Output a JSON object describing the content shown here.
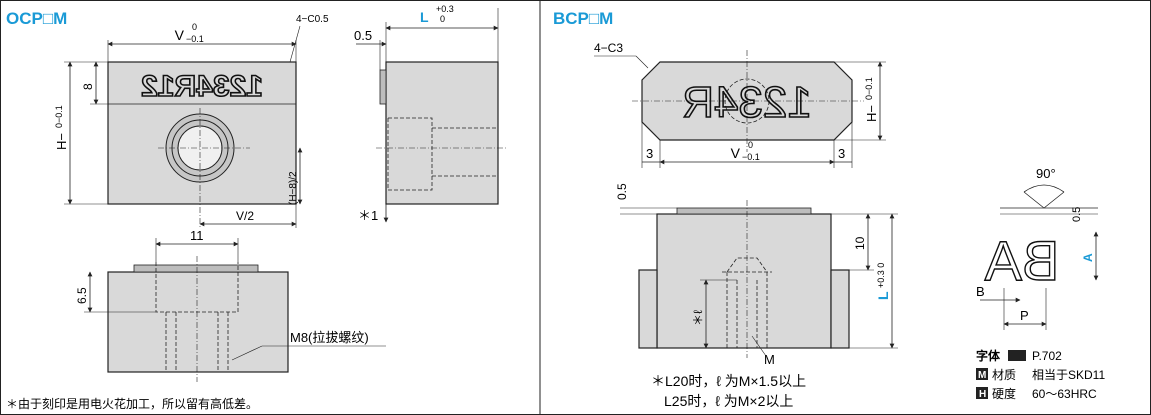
{
  "colors": {
    "accent": "#1a9ad6",
    "part_fill": "#d9d9d9",
    "part_fill_dark": "#bdbdbd",
    "line": "#222222"
  },
  "ocp": {
    "title": "OCP□M",
    "dim_width": "V",
    "dim_width_tol_upper": "0",
    "dim_width_tol_lower": "−0.1",
    "chamfer": "4−C0.5",
    "dim_height": "H−",
    "dim_height_tol": "0−0.1",
    "dim_top_margin": "8",
    "dim_half_width": "V/2",
    "dim_half_height": "(H−8)/2",
    "engraving": "1234R12",
    "side_length": "L",
    "side_length_tol": "+0.3",
    "side_length_tol_lower": "0",
    "side_offset": "0.5",
    "side_step": "＊1",
    "bottom_width": "11",
    "bottom_depth": "6.5",
    "thread_label": "M8(拉拔螺纹)",
    "footnote": "＊由于刻印是用电火花加工，所以留有高低差。"
  },
  "bcp": {
    "title": "BCP□M",
    "chamfer": "4−C3",
    "engraving": "1234R",
    "dim_side_left": "3",
    "dim_side_right": "3",
    "dim_width": "V",
    "dim_width_tol_upper": "0",
    "dim_width_tol_lower": "−0.1",
    "dim_height": "H−",
    "dim_height_tol": "0−0.1",
    "dim_top_offset": "0.5",
    "dim_ten": "10",
    "dim_length": "L",
    "dim_length_tol": "+0.3 0",
    "dim_ell": "＊ℓ",
    "thread_label": "M",
    "note_line1": "＊L20时，ℓ 为M×1.5以上",
    "note_line2": "L25时，ℓ 为M×2以上"
  },
  "font_detail": {
    "angle": "90°",
    "dim_offset": "0.5",
    "dim_a": "A",
    "dim_b": "B",
    "dim_p": "P",
    "letters": "BA"
  },
  "legend": {
    "font_label": "字体",
    "font_page": "P.702",
    "material_label": "材质",
    "material_value": "相当于SKD11",
    "hardness_label": "硬度",
    "hardness_value": "60〜63HRC",
    "material_badge": "M",
    "hardness_badge": "H"
  }
}
